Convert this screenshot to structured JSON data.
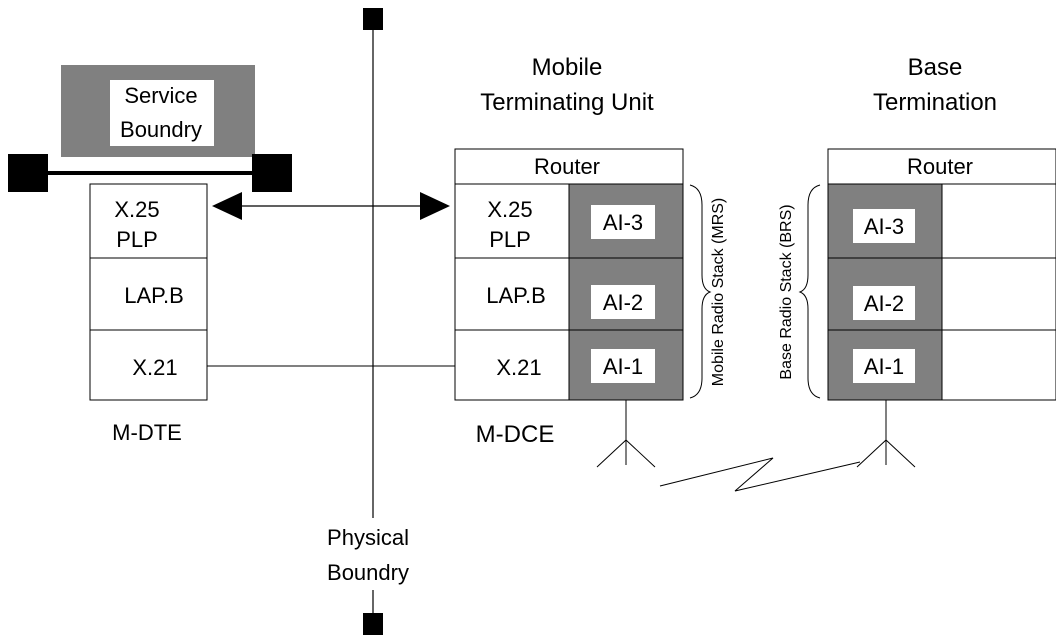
{
  "colors": {
    "shade": "#808080",
    "line": "#000000",
    "background": "#ffffff",
    "label_box": "#ffffff"
  },
  "service_boundary": {
    "line1": "Service",
    "line2": "Boundry"
  },
  "physical_boundary": {
    "line1": "Physical",
    "line2": "Boundry"
  },
  "m_dte": {
    "caption": "M-DTE",
    "layers": {
      "plp_line1": "X.25",
      "plp_line2": "PLP",
      "lapb": "LAP.B",
      "x21": "X.21"
    }
  },
  "mobile_terminating_unit": {
    "title_line1": "Mobile",
    "title_line2": "Terminating Unit",
    "router": "Router",
    "caption": "M-DCE",
    "layers": {
      "plp_line1": "X.25",
      "plp_line2": "PLP",
      "lapb": "LAP.B",
      "x21": "X.21"
    },
    "ai_layers": [
      "AI-3",
      "AI-2",
      "AI-1"
    ],
    "stack_label": "Mobile Radio Stack (MRS)"
  },
  "base_termination": {
    "title_line1": "Base",
    "title_line2": "Termination",
    "router": "Router",
    "ai_layers": [
      "AI-3",
      "AI-2",
      "AI-1"
    ],
    "stack_label": "Base Radio Stack (BRS)"
  }
}
